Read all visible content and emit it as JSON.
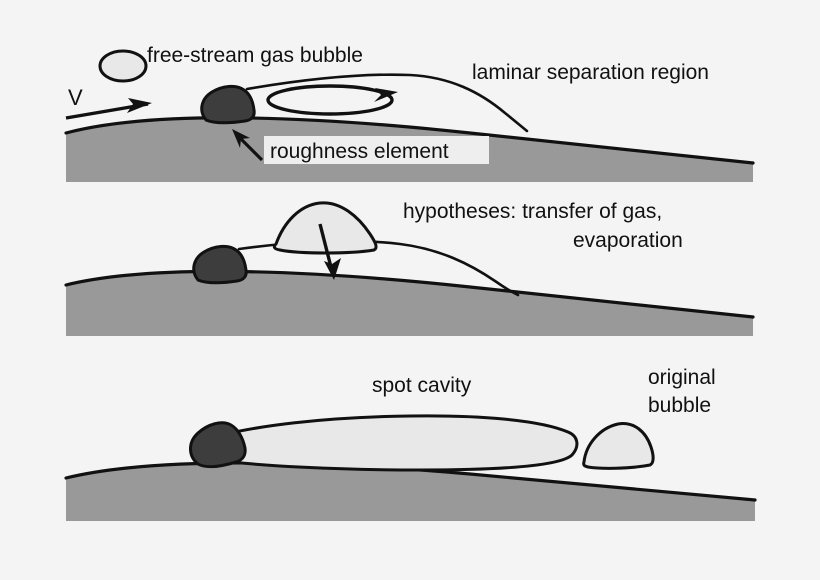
{
  "figure": {
    "title": "Cavitation spot formation from a free-stream gas bubble interacting with a roughness element",
    "background_color": "#f4f4f4",
    "surface_color": "#999999",
    "roughness_color": "#3d3d3d",
    "bubble_color": "#e8e8e8",
    "line_color": "#111111",
    "callout_box_color": "#eeeeee"
  },
  "panels": [
    {
      "id": "panel-top",
      "index": 1,
      "labels": {
        "free_stream_bubble": "free-stream gas bubble",
        "velocity": "V",
        "laminar_separation": "laminar separation region",
        "roughness_element": "roughness element"
      },
      "elements": [
        "free-stream-gas-bubble",
        "velocity-arrow",
        "roughness-element",
        "recirculation-vortex",
        "separation-streamline",
        "surface-wedge"
      ]
    },
    {
      "id": "panel-middle",
      "index": 2,
      "labels": {
        "hypotheses_line1": "hypotheses: transfer of gas,",
        "hypotheses_line2": "evaporation"
      },
      "elements": [
        "attached-gas-bubble",
        "transfer-arrow",
        "roughness-element",
        "separation-streamline",
        "surface-wedge"
      ]
    },
    {
      "id": "panel-bottom",
      "index": 3,
      "labels": {
        "spot_cavity": "spot cavity",
        "original_bubble_line1": "original",
        "original_bubble_line2": "bubble"
      },
      "elements": [
        "spot-cavity",
        "original-bubble",
        "roughness-element",
        "surface-wedge"
      ]
    }
  ]
}
